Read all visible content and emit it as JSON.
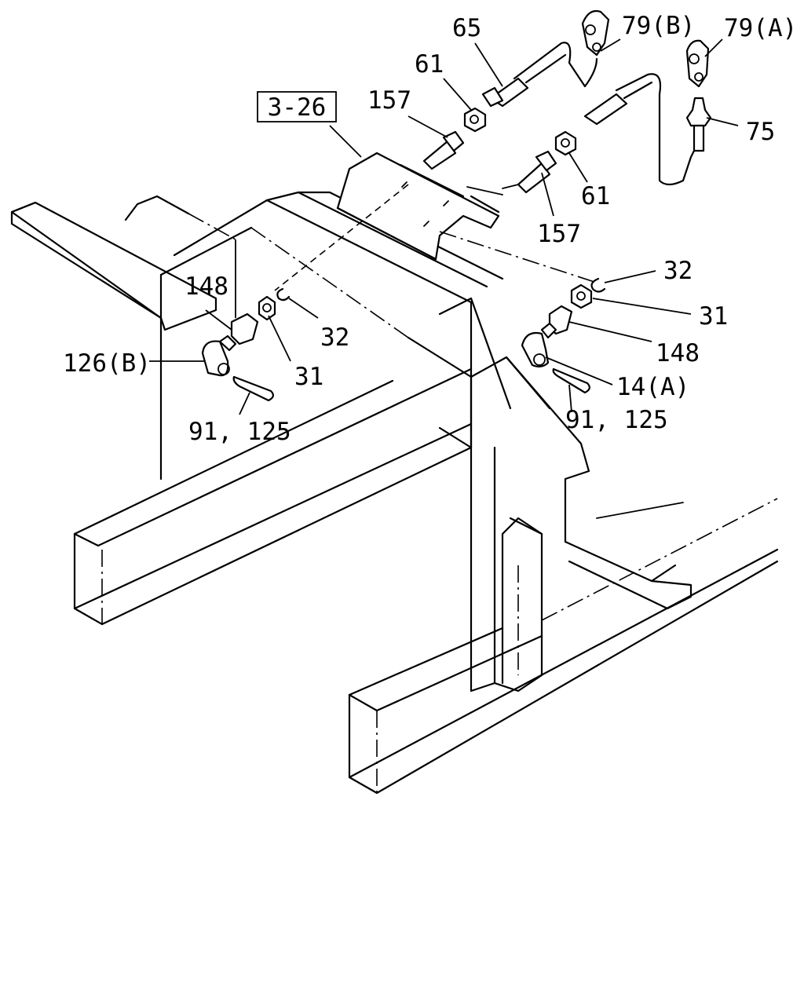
{
  "reference_box": {
    "label": "3-26"
  },
  "callouts": {
    "p65": "65",
    "p79b": "79(B)",
    "p79a": "79(A)",
    "p61_upper": "61",
    "p157_upper": "157",
    "p75": "75",
    "p61_lower": "61",
    "p157_lower": "157",
    "p32_right": "32",
    "p31_right": "31",
    "p148_right": "148",
    "p14a": "14(A)",
    "p91_125_right": "91, 125",
    "p148_left": "148",
    "p126b": "126(B)",
    "p32_left": "32",
    "p31_left": "31",
    "p91_125_left": "91, 125"
  }
}
